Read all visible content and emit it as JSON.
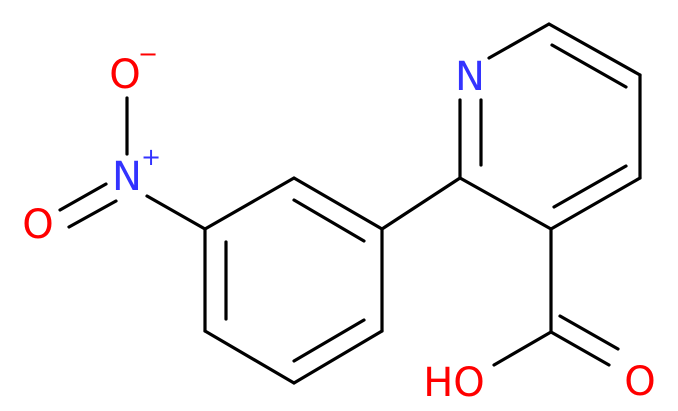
{
  "colors": {
    "carbon": "#000000",
    "nitrogen": "#3333ff",
    "oxygen": "#ff0000",
    "background": "#ffffff"
  },
  "atoms": {
    "pyridine_n": "N",
    "nitro_n": "N",
    "nitro_n_charge": "+",
    "nitro_o_top": "O",
    "nitro_o_top_charge": "−",
    "nitro_o_left": "O",
    "acid_oh": "HO",
    "acid_o": "O"
  }
}
